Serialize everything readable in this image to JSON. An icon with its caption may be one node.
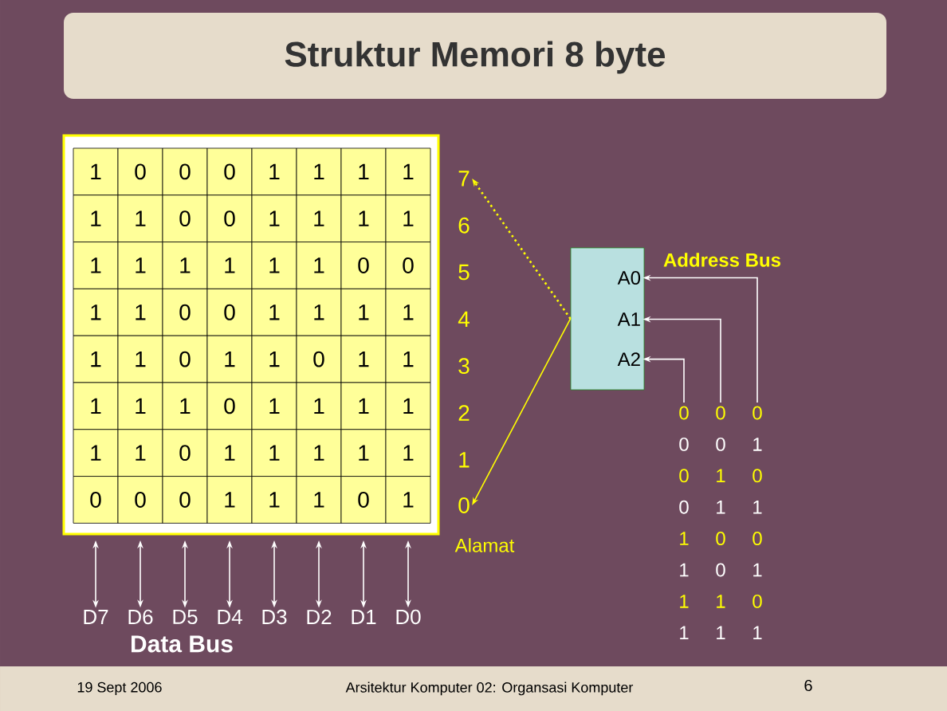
{
  "diagram": {
    "title": "Struktur Memori 8 byte",
    "nodes": [
      {
        "text": [],
        "shape": "box"
      },
      {
        "text": [
          "7"
        ]
      },
      {
        "text": [
          "0"
        ]
      },
      {
        "text": [],
        "shape": "box"
      },
      {
        "text": [
          "A0"
        ],
        "in": 3
      },
      {
        "text": [
          "A1"
        ],
        "in": 3
      },
      {
        "text": [
          "A2"
        ],
        "in": 3
      },
      {
        "text": [
          "D7"
        ]
      },
      {
        "text": [
          "D6"
        ]
      },
      {
        "text": [
          "D5"
        ]
      },
      {
        "text": [
          "D4"
        ]
      },
      {
        "text": [
          "D3"
        ]
      },
      {
        "text": [
          "D2"
        ]
      },
      {
        "text": [
          "D1"
        ]
      },
      {
        "text": [
          "D0"
        ]
      },
      {
        "text": [
          "0"
        ]
      },
      {
        "text": [
          "0"
        ]
      },
      {
        "text": [
          "0"
        ]
      }
    ],
    "edges": [
      {
        "from": 3,
        "to": 1,
        "arrow": "to",
        "style": "dashed",
        "color": "#ffff00"
      },
      {
        "from": 3,
        "to": 2,
        "arrow": "to",
        "color": "#ffff00"
      },
      {
        "from": 17,
        "to": 4,
        "arrow": "to"
      },
      {
        "from": 16,
        "to": 5,
        "arrow": "to"
      },
      {
        "from": 15,
        "to": 6,
        "arrow": "to"
      },
      {
        "from": 0,
        "to": 7,
        "arrow": "both"
      },
      {
        "from": 0,
        "to": 8,
        "arrow": "both"
      },
      {
        "from": 0,
        "to": 9,
        "arrow": "both"
      },
      {
        "from": 0,
        "to": 10,
        "arrow": "both"
      },
      {
        "from": 0,
        "to": 11,
        "arrow": "both"
      },
      {
        "from": 0,
        "to": 12,
        "arrow": "both"
      },
      {
        "from": 0,
        "to": 13,
        "arrow": "both"
      },
      {
        "from": 0,
        "to": 14,
        "arrow": "both"
      }
    ],
    "labels": [
      "1",
      "0",
      "0",
      "0",
      "1",
      "1",
      "1",
      "1",
      "1",
      "1",
      "0",
      "0",
      "1",
      "1",
      "1",
      "1",
      "1",
      "1",
      "1",
      "1",
      "1",
      "1",
      "0",
      "0",
      "1",
      "1",
      "0",
      "0",
      "1",
      "1",
      "1",
      "1",
      "1",
      "1",
      "0",
      "1",
      "1",
      "0",
      "1",
      "1",
      "1",
      "1",
      "1",
      "0",
      "1",
      "1",
      "1",
      "1",
      "1",
      "1",
      "0",
      "1",
      "1",
      "1",
      "1",
      "1",
      "0",
      "0",
      "0",
      "1",
      "1",
      "1",
      "0",
      "1",
      "6",
      "5",
      "4",
      "3",
      "2",
      "1",
      "Alamat",
      "Address Bus",
      "0",
      "0",
      "1",
      "0",
      "1",
      "0",
      "0",
      "1",
      "1",
      "1",
      "0",
      "0",
      "1",
      "0",
      "1",
      "1",
      "1",
      "0",
      "1",
      "1",
      "1",
      "Data Bus",
      "19 Sept 2006",
      "Arsitektur Komputer 02: Organsasi Komputer",
      "6"
    ]
  }
}
